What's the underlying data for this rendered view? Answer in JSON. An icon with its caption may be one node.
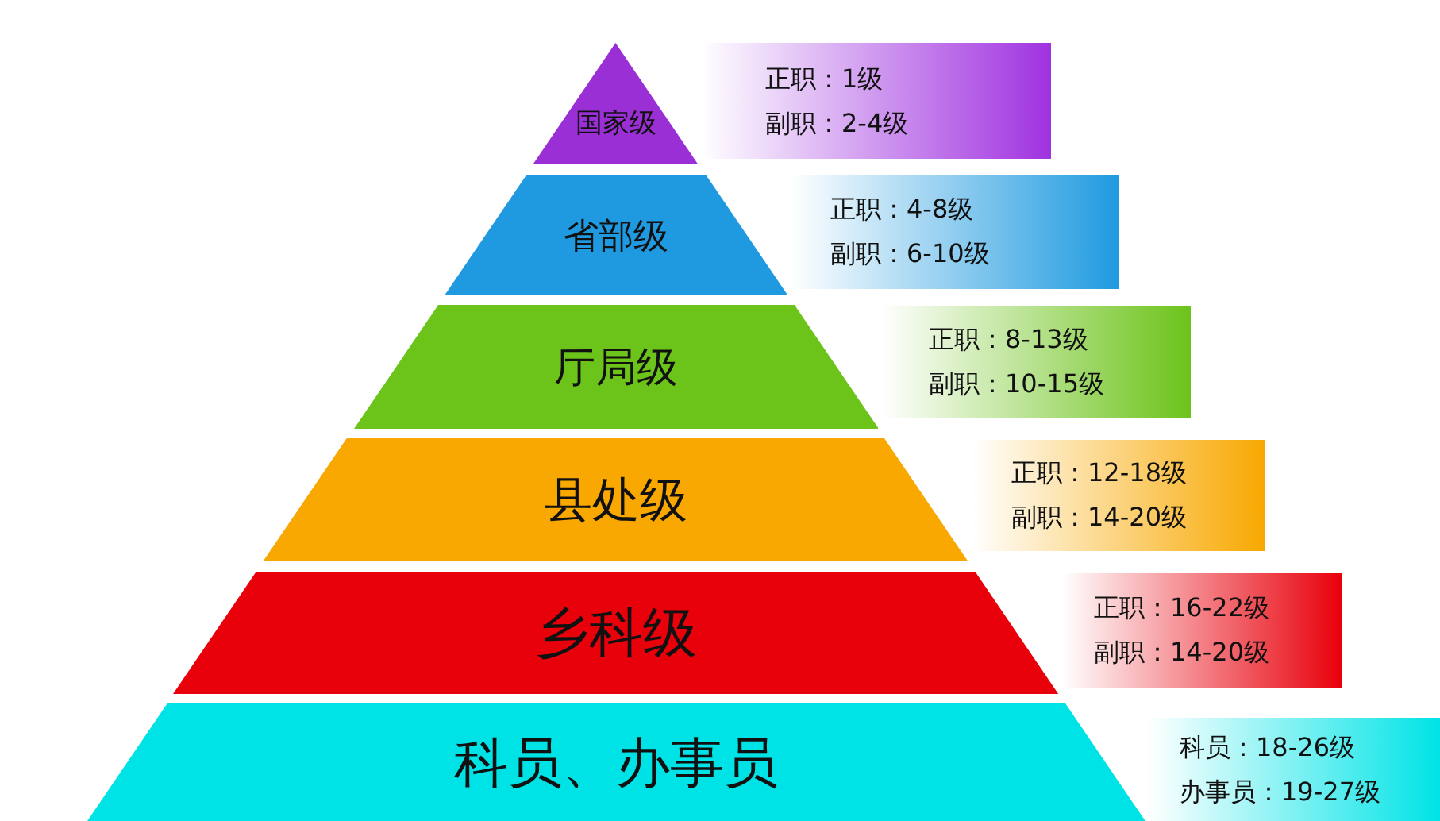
{
  "diagram": {
    "nodes": [
      {
        "text": [
          "国家级"
        ]
      },
      {
        "text": [
          "正职：1级",
          "副职：2-4级"
        ]
      },
      {
        "text": [
          "省部级"
        ]
      },
      {
        "text": [
          "正职：4-8级",
          "副职：6-10级"
        ]
      },
      {
        "text": [
          "厅局级"
        ]
      },
      {
        "text": [
          "正职：8-13级",
          "副职：10-15级"
        ]
      },
      {
        "text": [
          "县处级"
        ]
      },
      {
        "text": [
          "正职：12-18级",
          "副职：14-20级"
        ]
      },
      {
        "text": [
          "乡科级"
        ]
      },
      {
        "text": [
          "正职：16-22级",
          "副职：14-20级"
        ]
      },
      {
        "text": [
          "科员、办事员"
        ]
      },
      {
        "text": [
          "科员：18-26级",
          "办事员：19-27级"
        ]
      }
    ]
  }
}
